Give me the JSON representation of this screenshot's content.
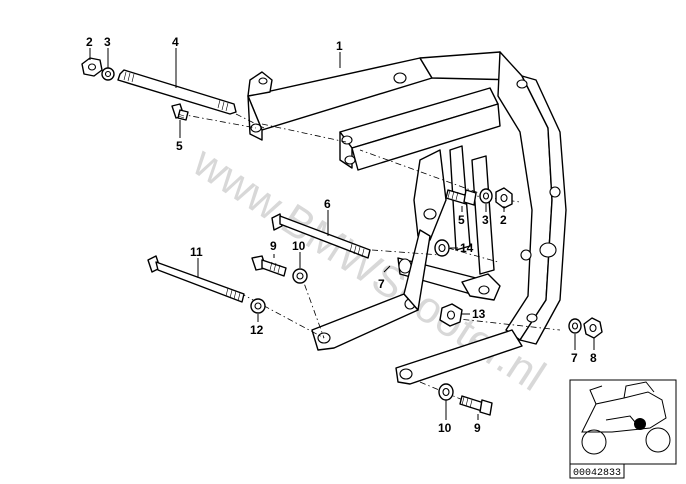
{
  "callouts": {
    "c1": "1",
    "c2a": "2",
    "c3a": "3",
    "c4": "4",
    "c5a": "5",
    "c5b": "5",
    "c3b": "3",
    "c2b": "2",
    "c6": "6",
    "c14": "14",
    "c9a": "9",
    "c10a": "10",
    "c11": "11",
    "c7a": "7",
    "c12": "12",
    "c13": "13",
    "c7b": "7",
    "c8": "8",
    "c10b": "10",
    "c9b": "9"
  },
  "watermark": "www.BMWScooter.nl",
  "thumbnail": {
    "id": "00042833"
  }
}
